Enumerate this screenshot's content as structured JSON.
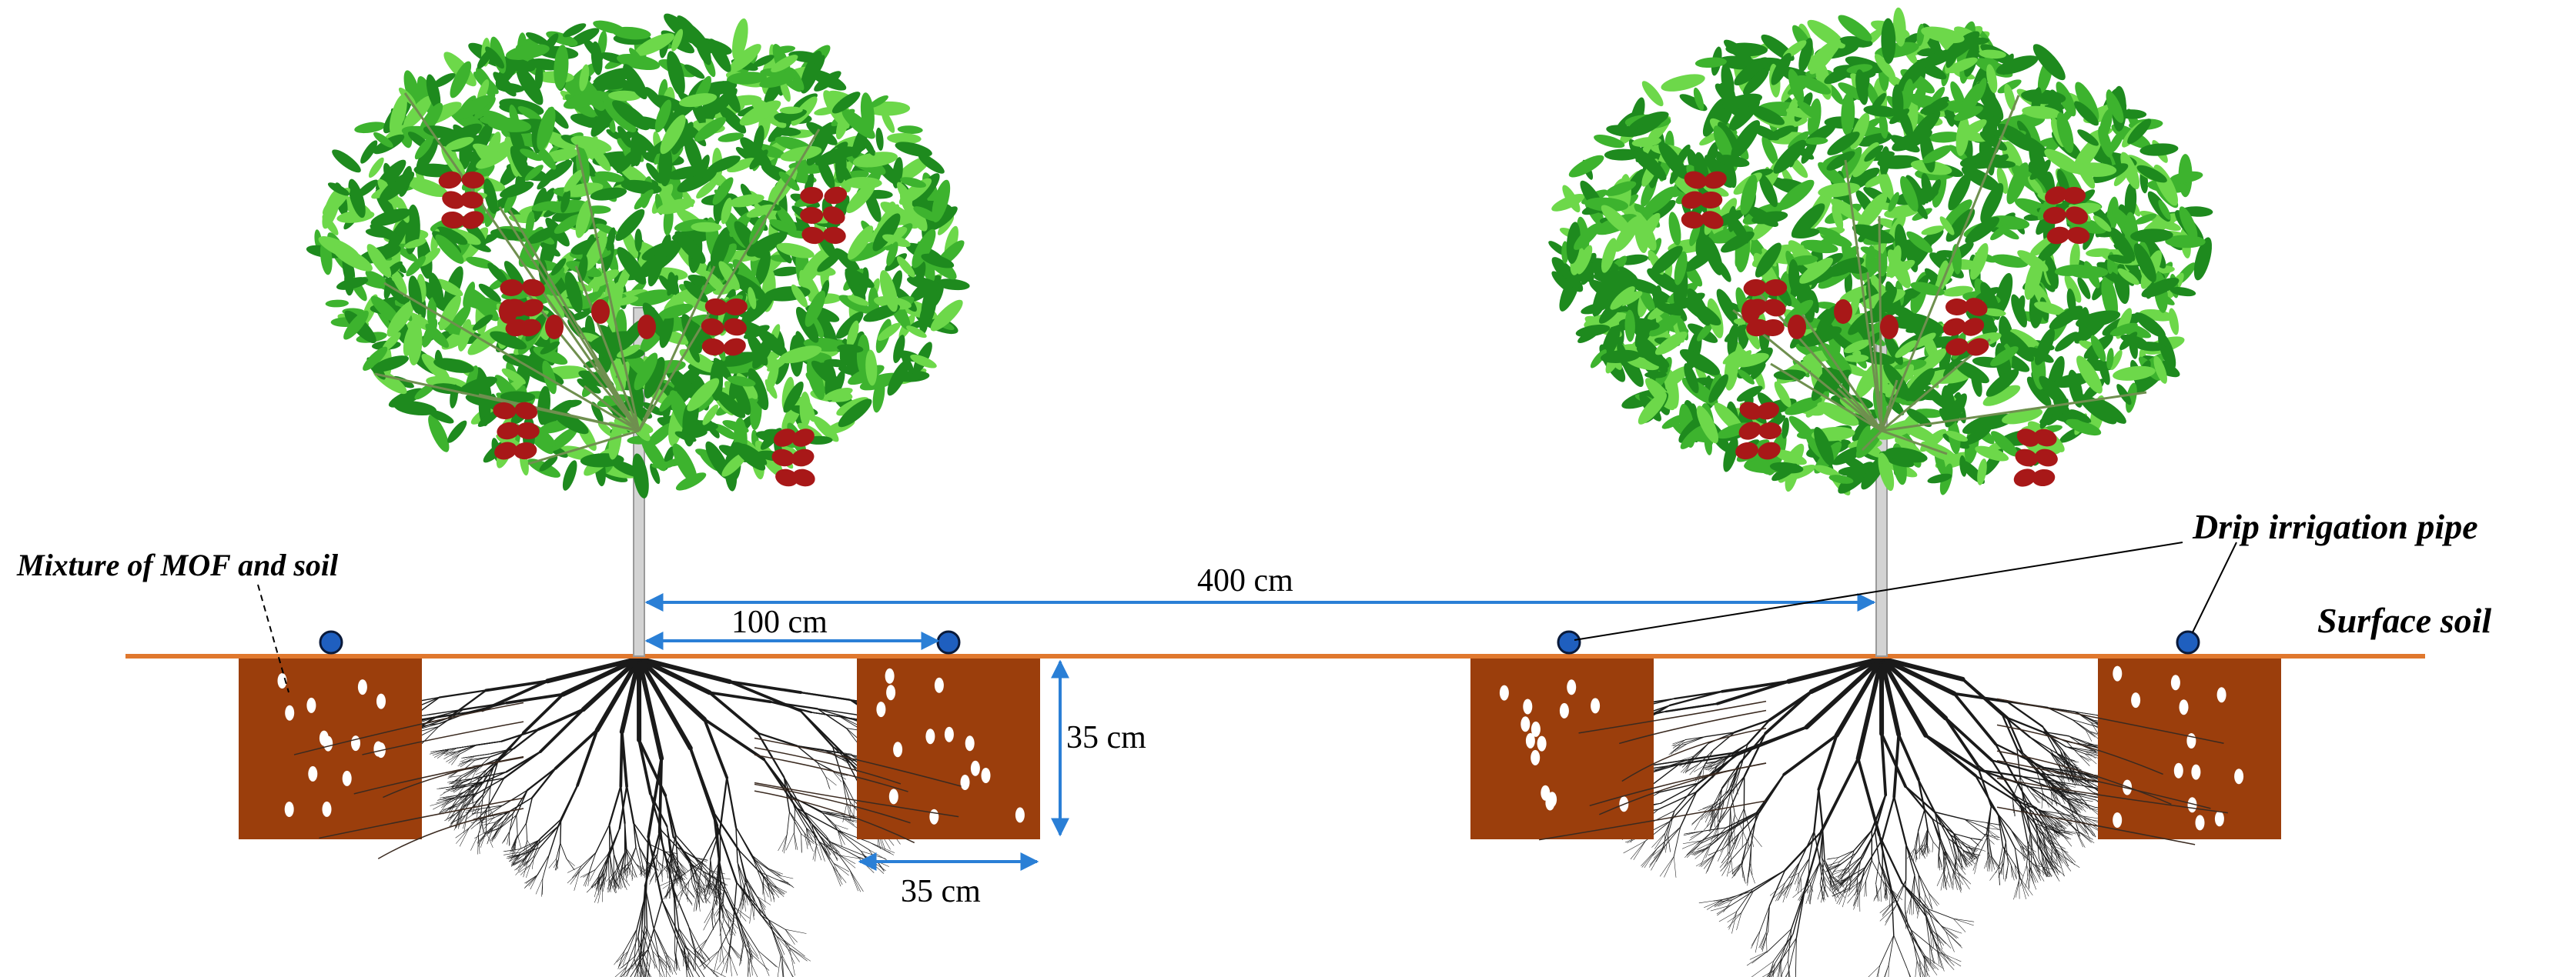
{
  "labels": {
    "mixture": "Mixture of MOF and soil",
    "drip_pipe": "Drip irrigation pipe",
    "surface_soil": "Surface soil"
  },
  "dimensions": {
    "tree_spacing": "400 cm",
    "pipe_offset": "100 cm",
    "pit_depth": "35 cm",
    "pit_width": "35 cm"
  },
  "colors": {
    "soil_line": "#E0782E",
    "pit_fill": "#9B3E0C",
    "pipe_fill": "#1F5FBF",
    "arrow": "#2A7FD6",
    "leaf_dark": "#1E8A1E",
    "leaf_light": "#6DD84A",
    "fruit": "#A81818",
    "root": "#1a1a1a",
    "trunk": "#C9C9C9"
  }
}
